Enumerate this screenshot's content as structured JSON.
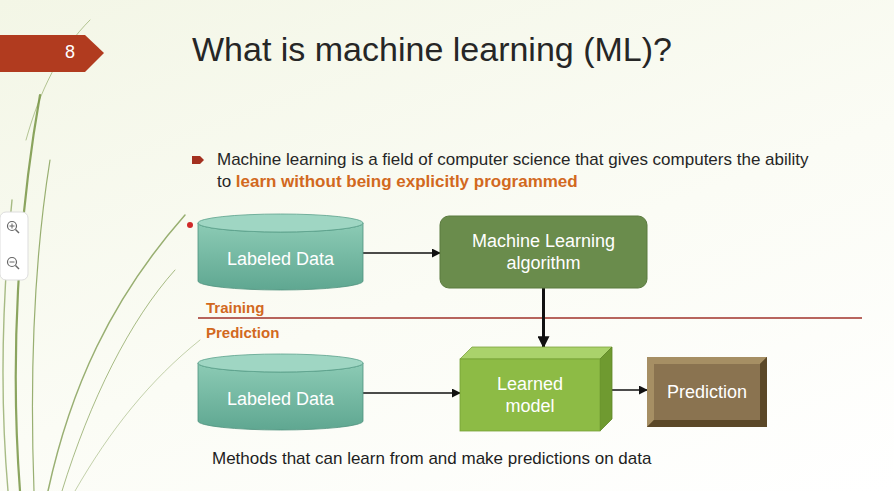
{
  "diagram": {
    "title": "What is machine learning (ML)?",
    "caption": "Methods that can learn from and make predictions on data",
    "nodes": [
      {
        "text": [
          "Labeled Data"
        ]
      },
      {
        "text": [
          "Machine Learning algorithm"
        ]
      },
      {
        "text": [
          "Labeled Data"
        ]
      },
      {
        "text": [
          "Learned model"
        ]
      },
      {
        "text": [
          "Prediction"
        ]
      }
    ],
    "edges": [
      {
        "from": 0,
        "to": 1,
        "arrow": "to"
      },
      {
        "from": 1,
        "to": 3,
        "arrow": "to"
      },
      {
        "from": 2,
        "to": 3,
        "arrow": "to"
      },
      {
        "from": 3,
        "to": 4,
        "arrow": "to"
      }
    ],
    "labels": [
      "8",
      "Machine learning is a field of computer science that gives computers the ability to",
      "learn without being explicitly programmed",
      "Training",
      "Prediction"
    ]
  }
}
